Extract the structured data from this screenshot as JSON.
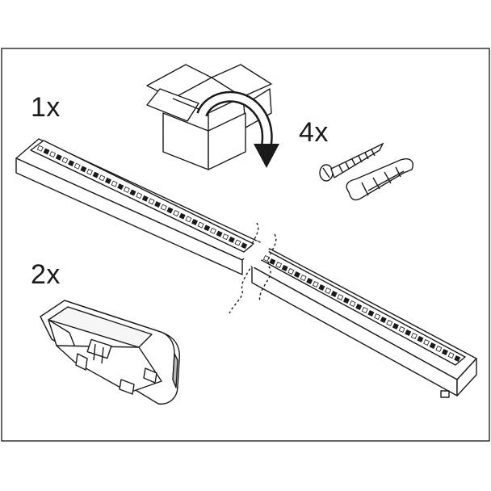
{
  "quantities": {
    "rail": "1x",
    "screws": "4x",
    "end_caps": "2x"
  },
  "colors": {
    "ink": "#1a1a1a",
    "frame": "#333333",
    "shade": "#bdbdbd",
    "background": "#ffffff"
  },
  "icons": [
    "open-box-icon",
    "rotate-arrow-icon",
    "screw-icon",
    "wall-plug-icon"
  ]
}
